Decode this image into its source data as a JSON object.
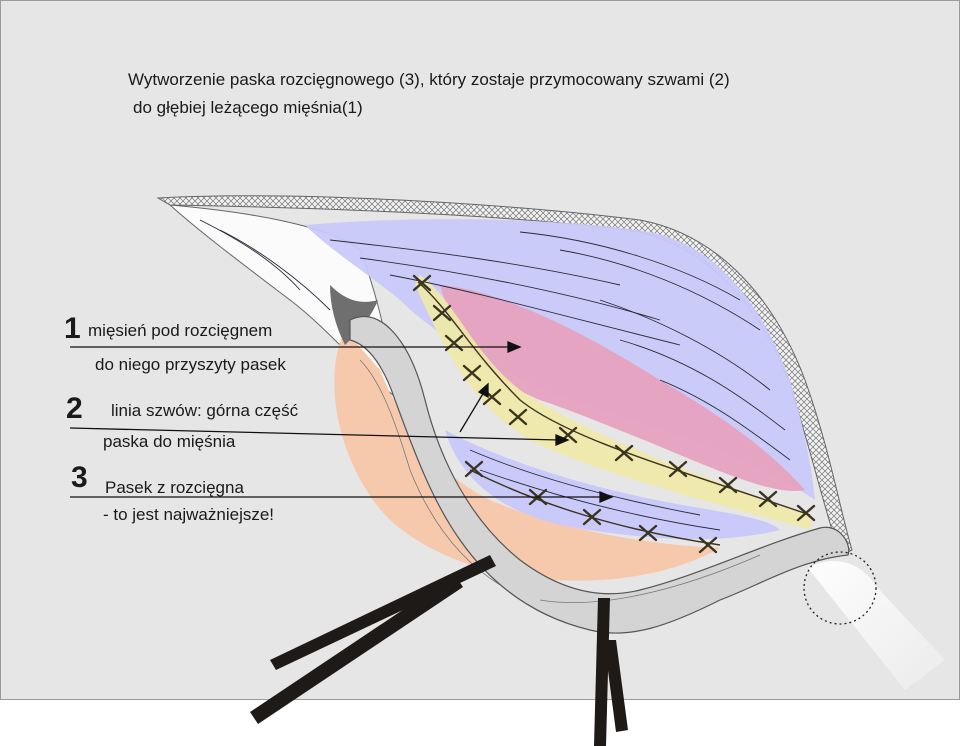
{
  "caption": {
    "line1": "Wytworzenie paska rozcięgnowego (3), który zostaje przymocowany szwami (2)",
    "line2": "do głębiej leżącego mięśnia(1)"
  },
  "labels": [
    {
      "number": "1",
      "line1": "mięsień pod rozcięgnem",
      "line2": "do niego przyszyty pasek"
    },
    {
      "number": "2",
      "line1": "linia szwów: górna część",
      "line2": "paska do mięśnia"
    },
    {
      "number": "3",
      "line1": "Pasek z rozcięgna",
      "line2": "- to jest najważniejsze!"
    }
  ],
  "colors": {
    "background": "#e6e6e6",
    "fascia_blue": "#c9c9fa",
    "muscle_pink": "#e6a2bf",
    "fat_peach": "#f6c9ad",
    "strip_yellow": "#f0e9a6",
    "retractor": "#1e1a18"
  }
}
